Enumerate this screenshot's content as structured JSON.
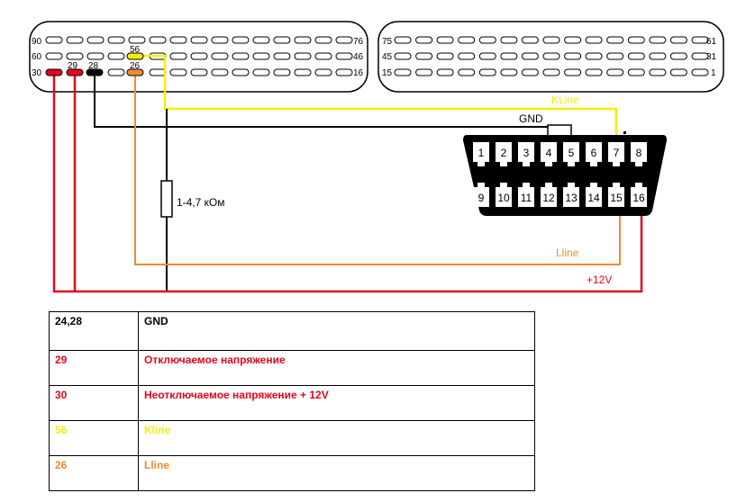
{
  "colors": {
    "red": "#e3061b",
    "black": "#000000",
    "yellow": "#f8ec00",
    "orange": "#f08a32",
    "white": "#ffffff"
  },
  "ecu": {
    "left_block": {
      "row1_start": "90",
      "row1_end": "76",
      "row2_start": "60",
      "row2_end": "46",
      "row3_start": "30",
      "row3_end": "16"
    },
    "right_block": {
      "row1_start": "75",
      "row1_end": "61",
      "row2_start": "45",
      "row2_end": "31",
      "row3_start": "15",
      "row3_end": "1"
    },
    "pin_labels": {
      "p56": "56",
      "p29": "29",
      "p28": "28",
      "p26": "26"
    }
  },
  "obd": {
    "top_pins": [
      "1",
      "2",
      "3",
      "4",
      "5",
      "6",
      "7",
      "8"
    ],
    "bottom_pins": [
      "9",
      "10",
      "11",
      "12",
      "13",
      "14",
      "15",
      "16"
    ]
  },
  "wires": {
    "kline": "KLine",
    "gnd": "GND",
    "lline": "Lline",
    "plus12": "+12V",
    "resistor": "1-4,7 кОм"
  },
  "legend": [
    {
      "code": "24,28",
      "desc": "GND",
      "color": "#000000"
    },
    {
      "code": "29",
      "desc": "Отключаемое напряжение",
      "color": "#e3061b"
    },
    {
      "code": "30",
      "desc": "Неотключаемое напряжение + 12V",
      "color": "#e3061b"
    },
    {
      "code": "56",
      "desc": "Kline",
      "color": "#f8ec00"
    },
    {
      "code": "26",
      "desc": "Lline",
      "color": "#f08a32"
    }
  ]
}
